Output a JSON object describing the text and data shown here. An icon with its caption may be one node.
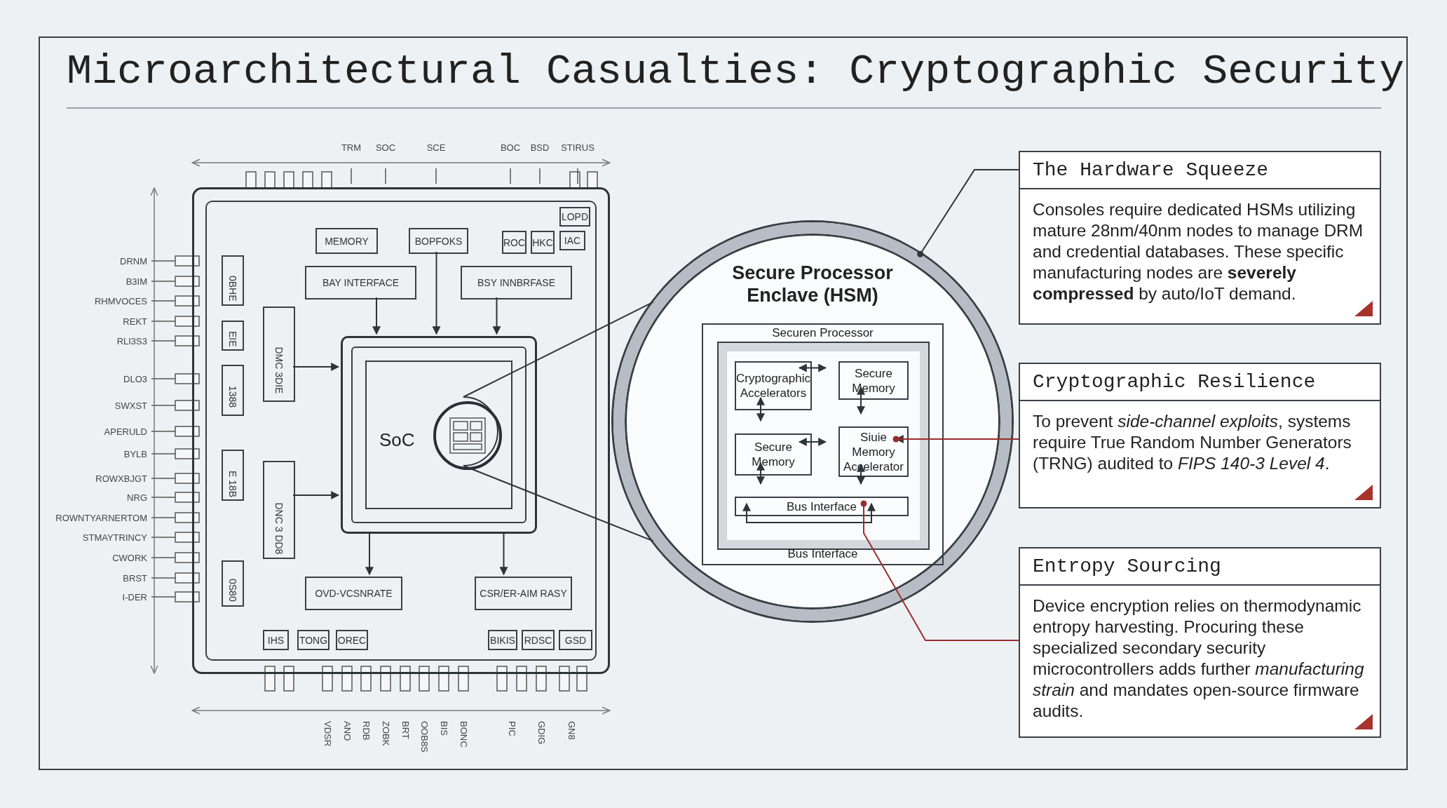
{
  "diagram": {
    "title": "Microarchitectural Casualties: Cryptographic Security",
    "nodes": [
      {
        "text": [],
        "shape": "box"
      },
      {
        "text": [
          "MEMORY"
        ],
        "in": 0
      },
      {
        "text": [
          "BOPFOKS"
        ],
        "in": 0
      },
      {
        "text": [
          "ROC"
        ],
        "in": 0
      },
      {
        "text": [
          "HKC"
        ],
        "in": 0
      },
      {
        "text": [
          "LOPD"
        ],
        "in": 0
      },
      {
        "text": [
          "IAC"
        ],
        "in": 0
      },
      {
        "text": [
          "BAY INTERFACE"
        ],
        "in": 0
      },
      {
        "text": [
          "BSY INNBRFASE"
        ],
        "in": 0
      },
      {
        "text": [
          "0BHE"
        ],
        "in": 0
      },
      {
        "text": [
          "EIE"
        ],
        "in": 0
      },
      {
        "text": [
          "1388"
        ],
        "in": 0
      },
      {
        "text": [
          "E 18B"
        ],
        "in": 0
      },
      {
        "text": [
          "0S80"
        ],
        "in": 0
      },
      {
        "text": [
          "DMC 3DIE"
        ],
        "in": 0
      },
      {
        "text": [
          "DNC 3 DD8"
        ],
        "in": 0
      },
      {
        "text": [
          "SoC"
        ],
        "in": 0
      },
      {
        "text": [],
        "shape": "circle",
        "in": 16
      },
      {
        "text": [
          "OVD-VCSNRATE"
        ],
        "in": 0
      },
      {
        "text": [
          "CSR/ER-AIM RASY"
        ],
        "in": 0
      },
      {
        "text": [
          "IHS"
        ],
        "in": 0
      },
      {
        "text": [
          "TONG"
        ],
        "in": 0
      },
      {
        "text": [
          "OREC"
        ],
        "in": 0
      },
      {
        "text": [
          "BIKIS"
        ],
        "in": 0
      },
      {
        "text": [
          "RDSC"
        ],
        "in": 0
      },
      {
        "text": [
          "GSD"
        ],
        "in": 0
      },
      {
        "text": [
          "Secure Processor Enclave (HSM)"
        ]
      },
      {
        "text": [
          "Securen Processor",
          "Bus Interface"
        ],
        "in": 26
      },
      {
        "text": [
          "Cryptographic Accelerators"
        ],
        "in": 27
      },
      {
        "text": [
          "Secure Memory"
        ],
        "in": 27
      },
      {
        "text": [
          "Secure Memory"
        ],
        "in": 27
      },
      {
        "text": [
          "Siuie Memory Accelerator"
        ],
        "in": 27
      },
      {
        "text": [
          "Bus Interface"
        ],
        "in": 27
      },
      {
        "text": [
          "The Hardware Squeeze",
          "Consoles require dedicated HSMs utilizing mature 28nm/40nm nodes to manage DRM and credential databases. These specific manufacturing nodes are **severely compressed** by auto/IoT demand."
        ]
      },
      {
        "text": [
          "Cryptographic Resilience",
          "To prevent *side-channel exploits*, systems require True Random Number Generators (TRNG) audited to *FIPS 140-3 Level 4*."
        ]
      },
      {
        "text": [
          "Entropy Sourcing",
          "Device encryption relies on thermodynamic entropy harvesting. Procuring these specialized secondary security microcontrollers adds further *manufacturing strain* and mandates open-source firmware audits."
        ]
      }
    ],
    "edges": [
      {
        "from": 17,
        "to": 26,
        "arrow": "none"
      },
      {
        "from": 28,
        "to": 29,
        "arrow": "both"
      },
      {
        "from": 28,
        "to": 30,
        "arrow": "both"
      },
      {
        "from": 29,
        "to": 31,
        "arrow": "both"
      },
      {
        "from": 30,
        "to": 31,
        "arrow": "both"
      },
      {
        "from": 30,
        "to": 32,
        "arrow": "both"
      },
      {
        "from": 31,
        "to": 32,
        "arrow": "both"
      },
      {
        "from": null,
        "to": 31,
        "arrow": "to"
      },
      {
        "from": null,
        "to": 32,
        "arrow": "to"
      },
      {
        "from": null,
        "to": 32,
        "arrow": "to"
      },
      {
        "from": 33,
        "to": 26,
        "arrow": "other"
      },
      {
        "from": 34,
        "to": 31,
        "arrow": "other",
        "color": "#9b2c2c"
      },
      {
        "from": 35,
        "to": 32,
        "arrow": "other",
        "color": "#9b2c2c"
      },
      {
        "from": 7,
        "to": 16,
        "arrow": "to"
      },
      {
        "from": 8,
        "to": 16,
        "arrow": "to"
      },
      {
        "from": 2,
        "to": 16,
        "arrow": "to"
      },
      {
        "from": 14,
        "to": 16,
        "arrow": "to"
      },
      {
        "from": 15,
        "to": 16,
        "arrow": "to"
      },
      {
        "from": 16,
        "to": 18,
        "arrow": "to"
      },
      {
        "from": 16,
        "to": 19,
        "arrow": "to"
      }
    ],
    "labels": [
      "TRM",
      "SOC",
      "SCE",
      "BOC",
      "BSD",
      "STIRUS",
      "DRNM",
      "B3IM",
      "RHMVOCES",
      "REKT",
      "RLI3S3",
      "DLO3",
      "SWXST",
      "APERULD",
      "BYLB",
      "ROWXBJGT",
      "NRG",
      "ROWNTYARNERTOM",
      "STMAYTRINCY",
      "CWORK",
      "BRST",
      "I-DER",
      "VDSR",
      "ANO",
      "RDB",
      "ZOBK",
      "BRT",
      "OOB8S",
      "BIS",
      "BONC",
      "PIC",
      "GDIG",
      "GN8"
    ]
  }
}
